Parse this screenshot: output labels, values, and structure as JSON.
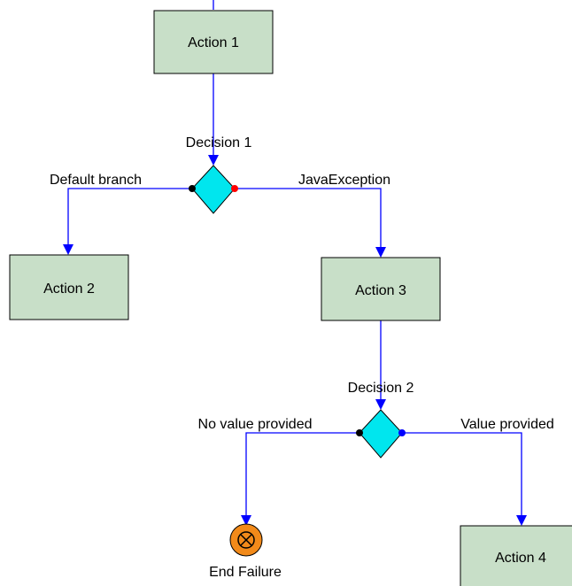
{
  "diagram": {
    "colors": {
      "box_fill": "#c8dfc8",
      "decision_fill": "#00e6ee",
      "edge": "#0000ff",
      "end_failure_fill": "#f28a1a",
      "port_red": "#ff0000",
      "port_black": "#000000",
      "port_blue": "#0000ff"
    },
    "nodes": {
      "action1": "Action 1",
      "decision1": "Decision 1",
      "action2": "Action 2",
      "action3": "Action 3",
      "decision2": "Decision 2",
      "action4": "Action 4",
      "end_failure": "End Failure"
    },
    "edges": {
      "default_branch": "Default branch",
      "java_exception": "JavaException",
      "no_value_provided": "No value provided",
      "value_provided": "Value provided"
    },
    "icons": {
      "end_failure": "circled-x-icon"
    }
  }
}
